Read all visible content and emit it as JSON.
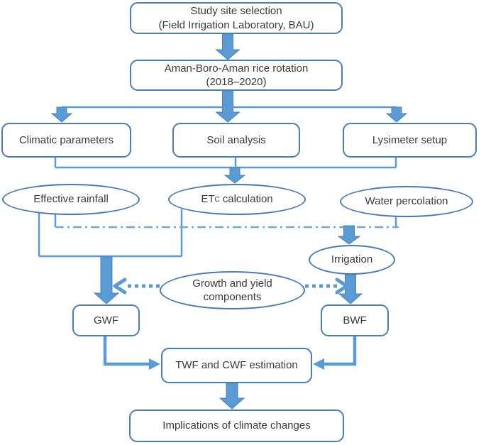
{
  "diagram": {
    "colors": {
      "node_border": "#4a7dbb",
      "arrow_fill": "#5b9bd5",
      "dashdot_line": "#6fa8dc",
      "text": "#3a3a3a"
    },
    "nodes": {
      "study": {
        "line1": "Study site selection",
        "line2": "(Field Irrigation Laboratory, BAU)"
      },
      "rotation": {
        "line1": "Aman-Boro-Aman rice rotation",
        "line2": "(2018–2020)"
      },
      "climatic": {
        "label": "Climatic parameters"
      },
      "soil": {
        "label": "Soil analysis"
      },
      "lysimeter": {
        "label": "Lysimeter setup"
      },
      "rainfall": {
        "label": "Effective rainfall"
      },
      "etc": {
        "prefix": "ET",
        "sub": "C",
        "suffix": "calculation"
      },
      "percolation": {
        "label": "Water percolation"
      },
      "irrigation": {
        "label": "Irrigation"
      },
      "growth": {
        "line1": "Growth and yield",
        "line2": "components"
      },
      "gwf": {
        "label": "GWF"
      },
      "bwf": {
        "label": "BWF"
      },
      "twf": {
        "label": "TWF and CWF estimation"
      },
      "implications": {
        "label": "Implications of climate changes"
      }
    }
  }
}
